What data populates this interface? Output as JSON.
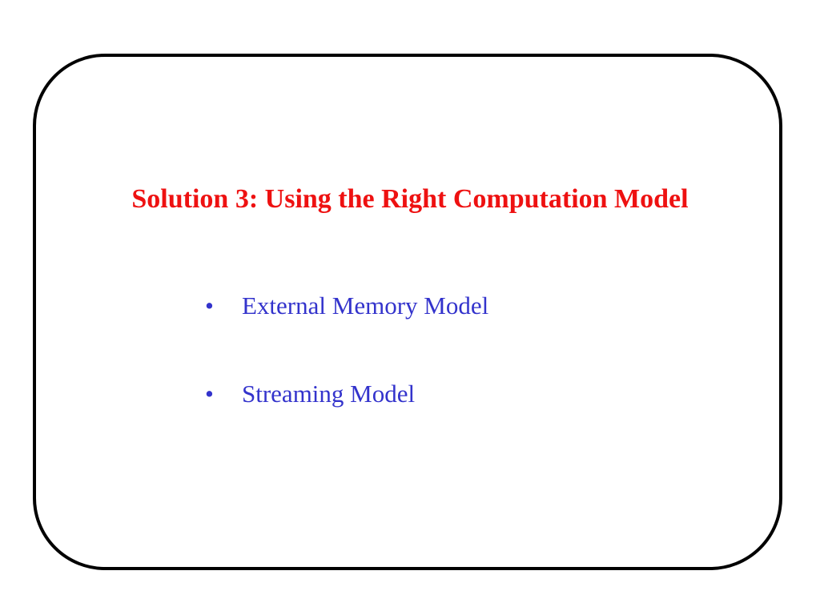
{
  "slide": {
    "title": "Solution 3: Using the Right Computation Model",
    "bullet_glyph": "•",
    "bullets": [
      {
        "text": "External Memory Model"
      },
      {
        "text": "Streaming Model"
      }
    ]
  },
  "colors": {
    "title": "#ee1111",
    "bullet_text": "#3333cc",
    "frame_border": "#000000",
    "background": "#ffffff"
  }
}
